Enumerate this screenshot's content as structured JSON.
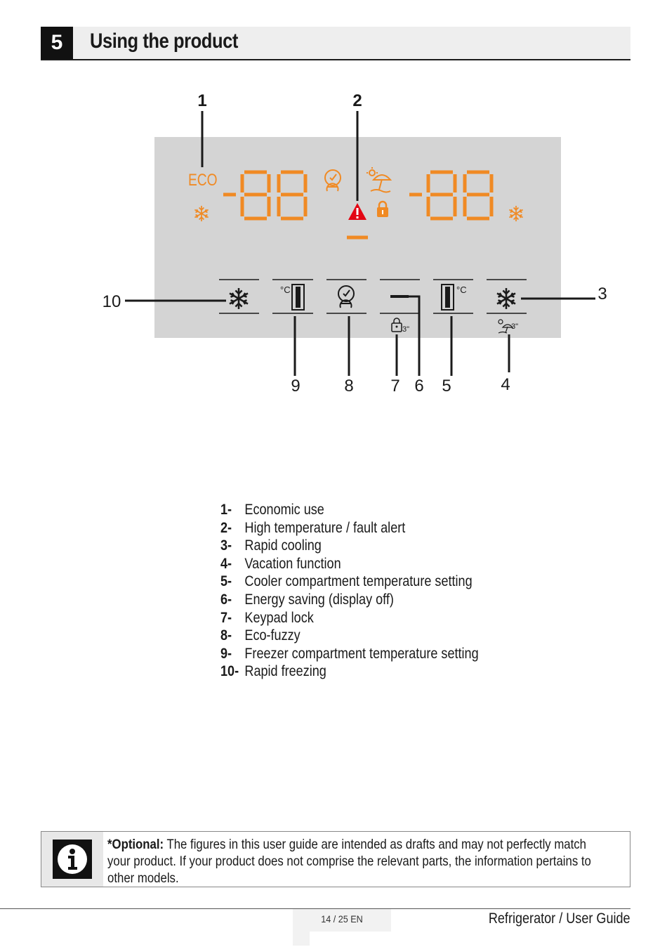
{
  "section": {
    "number": "5",
    "title": "Using the product"
  },
  "diagram": {
    "callouts": [
      "1",
      "2",
      "3",
      "4",
      "5",
      "6",
      "7",
      "8",
      "9",
      "10"
    ],
    "display": {
      "eco_label": "ECO",
      "left_digits": "-88",
      "right_digits": "-88",
      "timer_label_lock": "3\"",
      "timer_label_vacation": "3\""
    },
    "icons": [
      "snowflake-icon",
      "eco-fuzzy-icon",
      "vacation-umbrella-icon",
      "alert-triangle-icon",
      "lock-icon",
      "thermometer-icon"
    ],
    "colors": {
      "display": "#f08a24",
      "alert": "#e30613",
      "panel": "#d4d4d4"
    }
  },
  "legend": [
    {
      "num": "1-",
      "text": "Economic use"
    },
    {
      "num": "2-",
      "text": "High temperature / fault alert"
    },
    {
      "num": "3-",
      "text": "Rapid cooling"
    },
    {
      "num": "4-",
      "text": "Vacation function"
    },
    {
      "num": "5-",
      "text": "Cooler compartment temperature setting"
    },
    {
      "num": "6-",
      "text": "Energy saving (display off)"
    },
    {
      "num": "7-",
      "text": "Keypad lock"
    },
    {
      "num": "8-",
      "text": "Eco-fuzzy"
    },
    {
      "num": "9-",
      "text": "Freezer compartment temperature setting"
    },
    {
      "num": "10-",
      "text": "Rapid freezing"
    }
  ],
  "note": {
    "label": "*Optional:",
    "text": " The figures in this user guide are intended as drafts and may not perfectly match your product. If your product does not comprise the relevant parts, the information pertains to other models."
  },
  "footer": {
    "page": "14 / 25  EN",
    "guide_title": "Refrigerator / User Guide"
  }
}
